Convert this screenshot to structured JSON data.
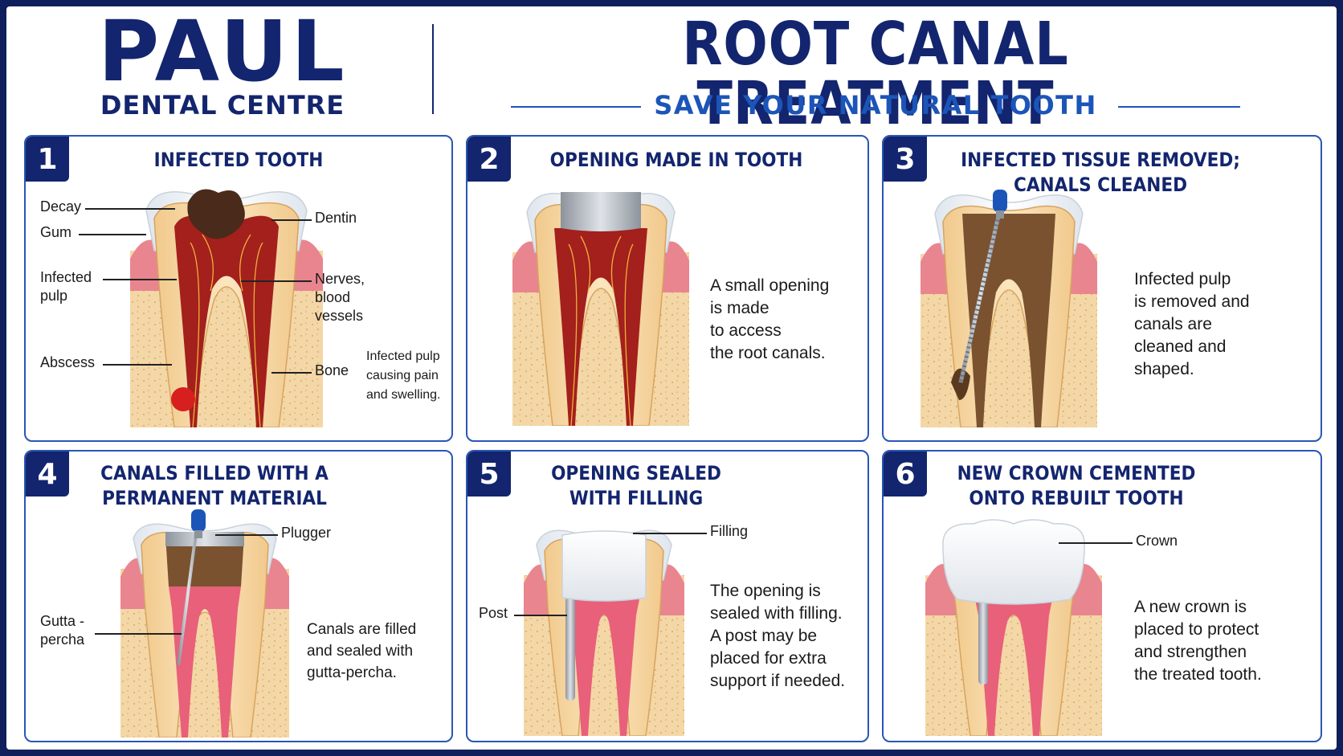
{
  "header": {
    "brand_name": "PAUL",
    "brand_sub": "DENTAL CENTRE",
    "title": "ROOT CANAL TREATMENT",
    "tagline": "SAVE YOUR NATURAL TOOTH"
  },
  "colors": {
    "navy": "#13256e",
    "accent_blue": "#1c55b8",
    "panel_border": "#2a56b5",
    "pulp_infected": "#a3201c",
    "pulp_healthy": "#e8607a",
    "bone": "#f4d7a6"
  },
  "steps": [
    {
      "number": "1",
      "title": "INFECTED TOOTH",
      "labels": {
        "decay": "Decay",
        "gum": "Gum",
        "infected_pulp": "Infected\npulp",
        "abscess": "Abscess",
        "dentin": "Dentin",
        "nerves": "Nerves,\nblood\nvessels",
        "bone": "Bone"
      },
      "description": "Infected pulp\ncausing pain\nand swelling."
    },
    {
      "number": "2",
      "title": "OPENING MADE IN TOOTH",
      "description": "A small opening\nis made\nto access\nthe root canals."
    },
    {
      "number": "3",
      "title": "INFECTED TISSUE REMOVED;\nCANALS CLEANED",
      "description": "Infected pulp\nis removed and\ncanals are\ncleaned and\nshaped."
    },
    {
      "number": "4",
      "title": "CANALS FILLED WITH A\nPERMANENT MATERIAL",
      "labels": {
        "plugger": "Plugger",
        "gutta_percha": "Gutta -\npercha"
      },
      "description": "Canals are filled\nand sealed with\ngutta-percha."
    },
    {
      "number": "5",
      "title": "OPENING SEALED\nWITH FILLING",
      "labels": {
        "filling": "Filling",
        "post": "Post"
      },
      "description": "The opening is\nsealed with filling.\nA post may be\nplaced for extra\nsupport if needed."
    },
    {
      "number": "6",
      "title": "NEW CROWN CEMENTED\nONTO REBUILT TOOTH",
      "labels": {
        "crown": "Crown"
      },
      "description": "A new crown is\nplaced to protect\nand strengthen\nthe treated tooth."
    }
  ]
}
